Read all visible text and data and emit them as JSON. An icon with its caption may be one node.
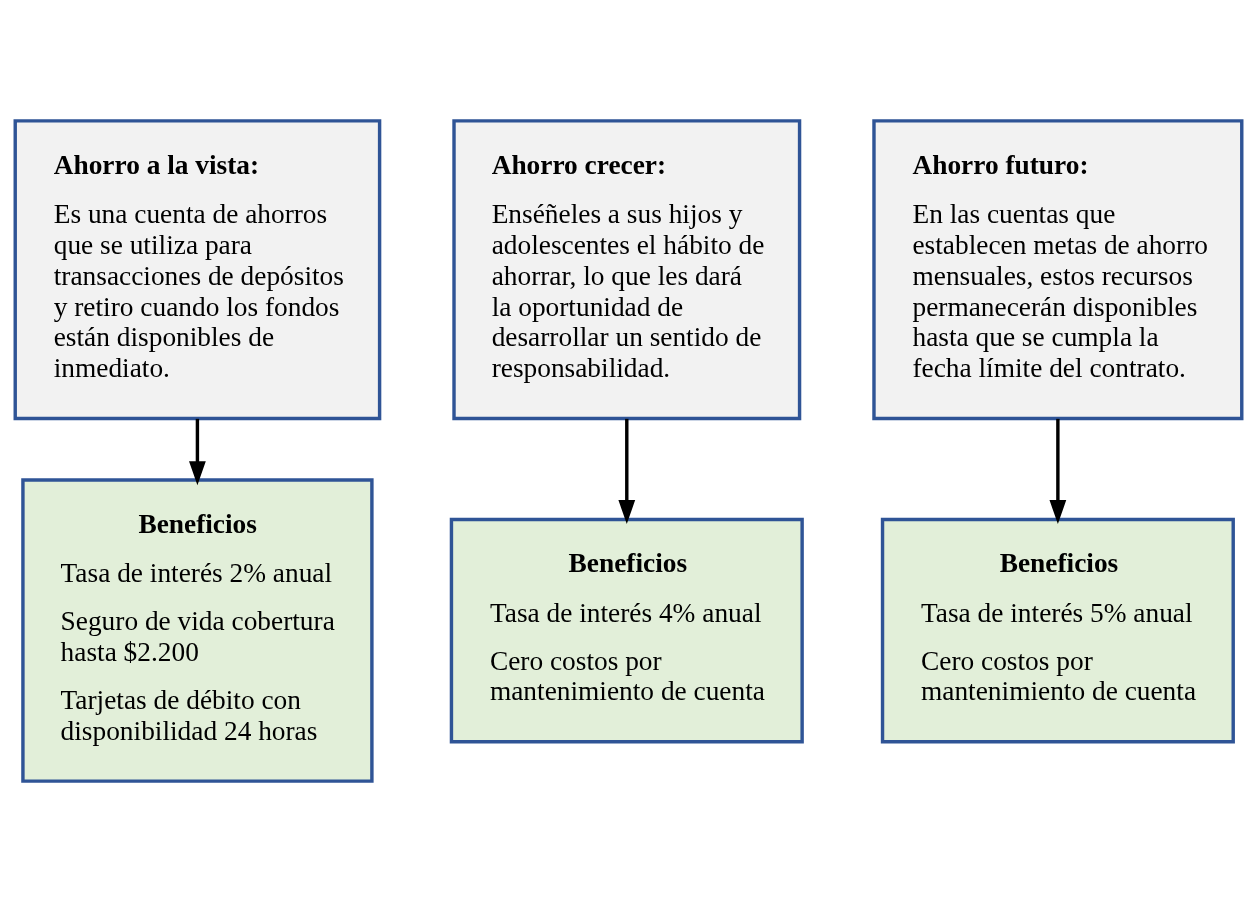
{
  "diagram": {
    "nodes": [
      {
        "text": [
          "Ahorro a la vista:",
          "Es una cuenta de ahorros que se utiliza para transacciones de depósitos y retiro cuando los fondos están disponibles de inmediato."
        ]
      },
      {
        "text": [
          "Ahorro crecer:",
          "Enséñeles a sus hijos y adolescentes el hábito de ahorrar, lo que les dará la oportunidad de desarrollar un sentido de responsabilidad."
        ]
      },
      {
        "text": [
          "Ahorro futuro:",
          "En las cuentas que establecen metas de ahorro mensuales, estos recursos permanecerán disponibles hasta que se cumpla la fecha límite del contrato."
        ]
      },
      {
        "text": [
          "Beneficios",
          "Tasa de interés 2% anual",
          "Seguro de vida cobertura hasta $2.200",
          "Tarjetas de débito con disponibilidad 24 horas"
        ]
      },
      {
        "text": [
          "Beneficios",
          "Tasa de interés 4% anual",
          "Cero costos por mantenimiento de cuenta"
        ]
      },
      {
        "text": [
          "Beneficios",
          "Tasa de interés 5% anual",
          "Cero costos por mantenimiento de cuenta"
        ]
      }
    ],
    "edges": [
      {
        "from": 0,
        "to": 3,
        "arrow": "to"
      },
      {
        "from": 1,
        "to": 4,
        "arrow": "to"
      },
      {
        "from": 2,
        "to": 5,
        "arrow": "to"
      }
    ]
  }
}
